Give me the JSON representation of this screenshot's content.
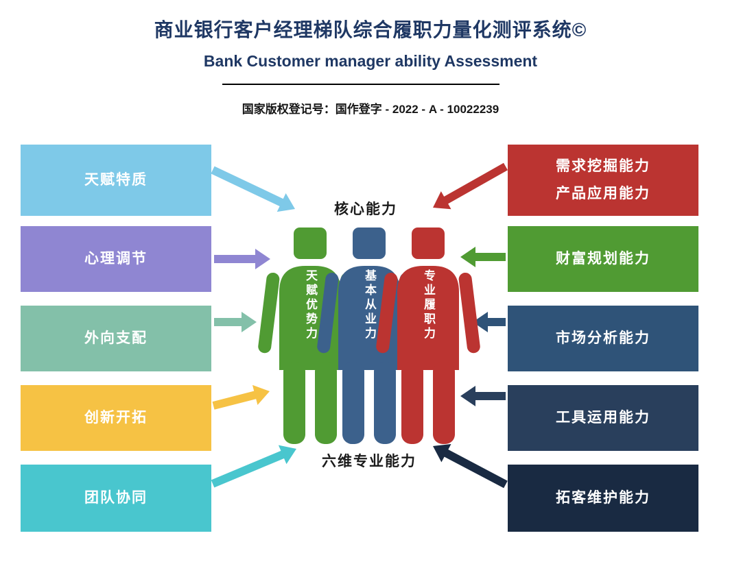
{
  "header": {
    "title": "商业银行客户经理梯队综合履职力量化测评系统©",
    "subtitle": "Bank Customer manager ability Assessment",
    "registration": "国家版权登记号：国作登字 - 2022 - A - 10022239",
    "title_color": "#1F3864"
  },
  "left_boxes": [
    {
      "label": "天赋特质",
      "color": "#7EC9E8"
    },
    {
      "label": "心理调节",
      "color": "#8F86D2"
    },
    {
      "label": "外向支配",
      "color": "#83C0A9"
    },
    {
      "label": "创新开拓",
      "color": "#F6C244"
    },
    {
      "label": "团队协同",
      "color": "#49C6CE"
    }
  ],
  "right_boxes": [
    {
      "lines": [
        "需求挖掘能力",
        "产品应用能力"
      ],
      "color": "#BB3431"
    },
    {
      "lines": [
        "财富规划能力"
      ],
      "color": "#509B33"
    },
    {
      "lines": [
        "市场分析能力"
      ],
      "color": "#2F5378"
    },
    {
      "lines": [
        "工具运用能力"
      ],
      "color": "#293F5C"
    },
    {
      "lines": [
        "拓客维护能力"
      ],
      "color": "#192A42"
    }
  ],
  "center": {
    "top_label": "核心能力",
    "bottom_label": "六维专业能力",
    "figures": [
      {
        "label": "天赋优势力",
        "color": "#509B33"
      },
      {
        "label": "基本从业力",
        "color": "#3C618C"
      },
      {
        "label": "专业履职力",
        "color": "#BB3431"
      }
    ]
  }
}
